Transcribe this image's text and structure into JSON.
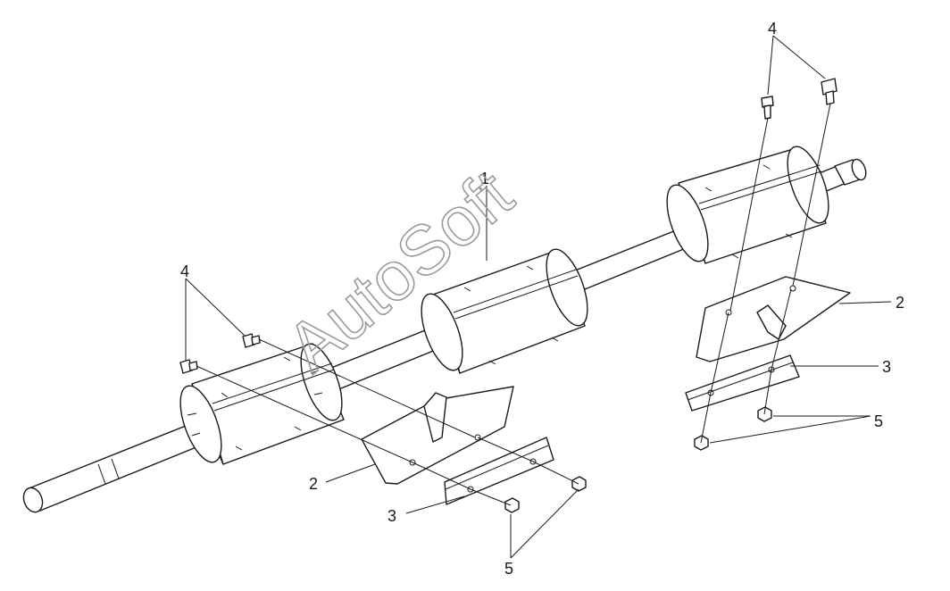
{
  "watermark": "AutoSoft",
  "callouts": {
    "c1": "1",
    "c2_right": "2",
    "c2_left": "2",
    "c3_right": "3",
    "c3_left": "3",
    "c4_top": "4",
    "c4_left": "4",
    "c5_right": "5",
    "c5_left": "5"
  },
  "colors": {
    "line": "#1a1a1a",
    "shade": "#e6e6e6",
    "watermark": "#9a9a9a"
  }
}
